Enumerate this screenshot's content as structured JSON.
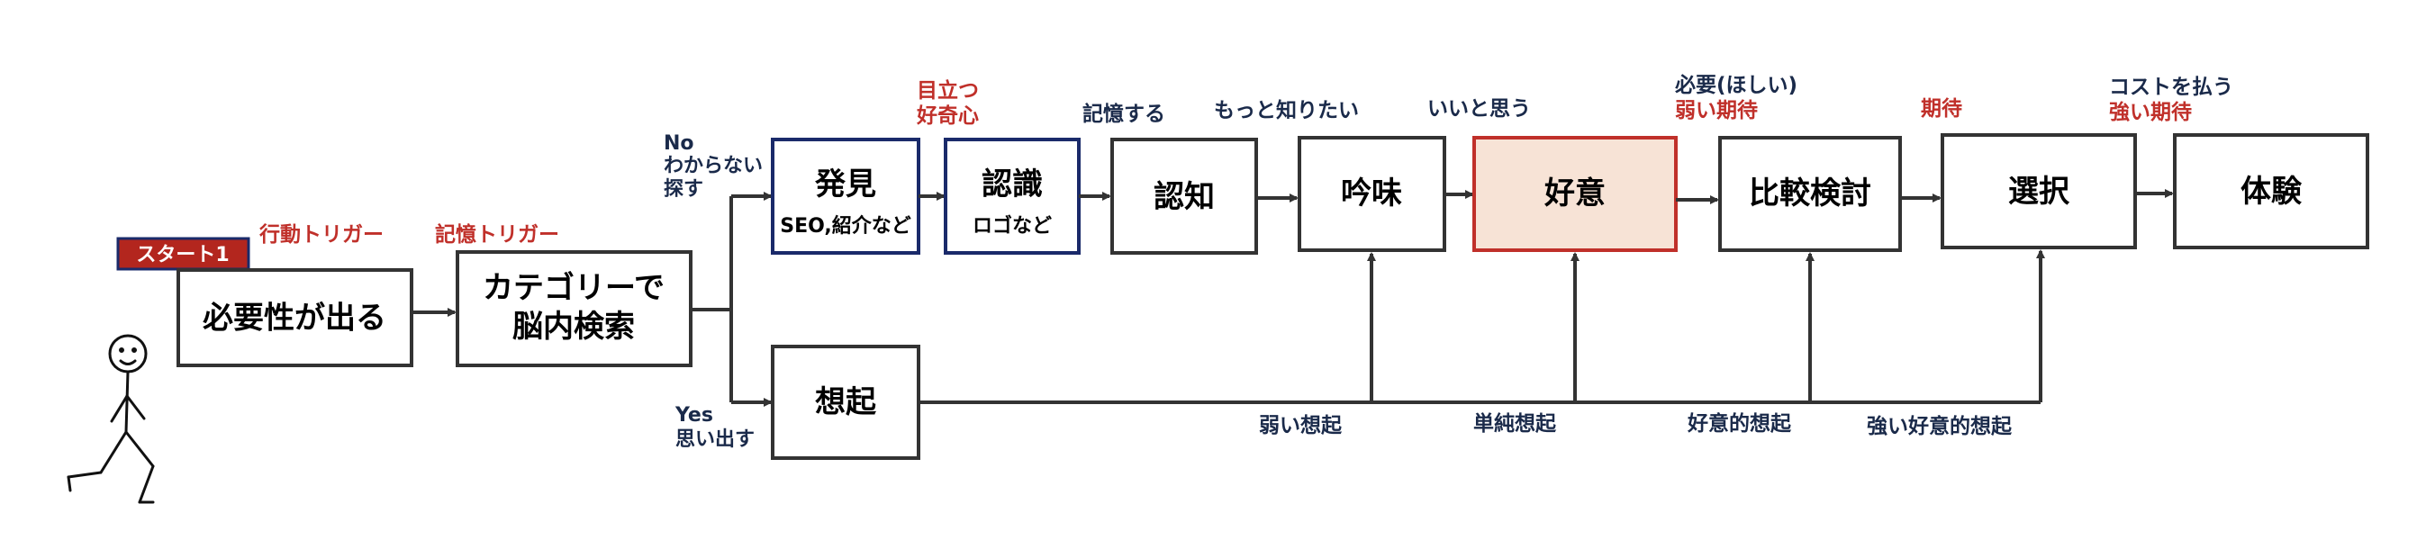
{
  "start_badge": "スタート1",
  "triggers": {
    "action": "行動トリガー",
    "memory": "記憶トリガー"
  },
  "boxes": {
    "need": "必要性が出る",
    "category_search_line1": "カテゴリーで",
    "category_search_line2": "脳内検索",
    "discovery": "発見",
    "discovery_sub": "SEO,紹介など",
    "recognition": "認識",
    "recognition_sub": "ロゴなど",
    "cognition": "認知",
    "consideration": "吟味",
    "favorable": "好意",
    "comparison": "比較検討",
    "selection": "選択",
    "experience": "体験",
    "recall": "想起"
  },
  "branch_no": {
    "label_line1": "No",
    "label_line2": "わからない",
    "label_line3": "探す"
  },
  "branch_yes": {
    "label_line1": "Yes",
    "label_line2": "思い出す"
  },
  "top_labels": {
    "stand_out_line1": "目立つ",
    "stand_out_line2": "好奇心",
    "remember": "記憶する",
    "want_to_know": "もっと知りたい",
    "think_good": "いいと思う",
    "need_want": "必要(ほしい)",
    "weak_expectation": "弱い期待",
    "expectation": "期待",
    "pay_cost": "コストを払う",
    "strong_expectation": "強い期待"
  },
  "recall_labels": {
    "weak": "弱い想起",
    "simple": "単純想起",
    "favorable": "好意的想起",
    "strong_favorable": "強い好意的想起"
  },
  "colors": {
    "red_text": "#c0302a",
    "navy_text": "#1a2a4a",
    "badge_fill": "#b3261e",
    "badge_border": "#1a2a6a",
    "blue_border": "#1a2a6a",
    "favorable_fill": "#f7e3d6",
    "favorable_border": "#c0302a",
    "line": "#333333"
  },
  "icons": {
    "person": "stick-figure-person-icon"
  }
}
